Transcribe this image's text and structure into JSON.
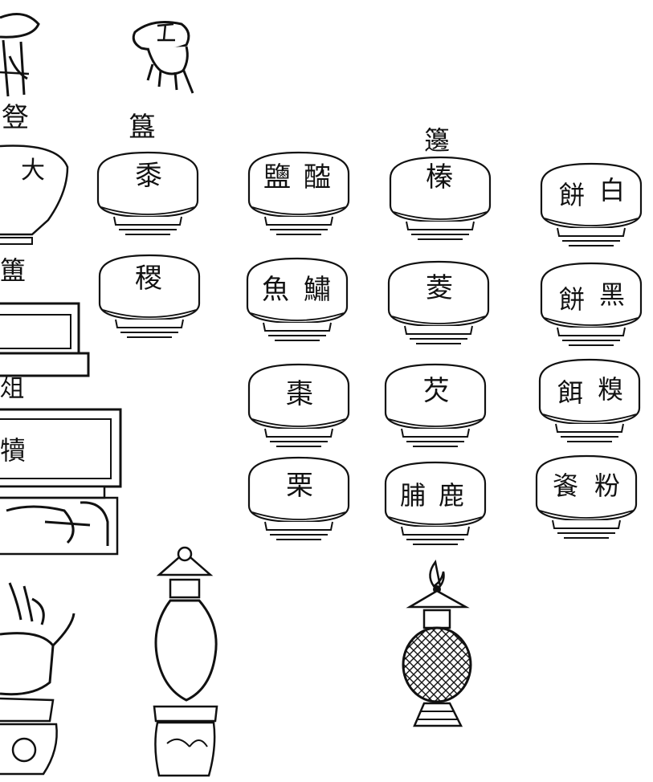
{
  "headings": {
    "top_left": "豋",
    "gui": "簋",
    "bian": "籩",
    "left_middle": "簠",
    "zu": "俎",
    "du": "犢"
  },
  "dishes": {
    "left_partial": "大",
    "col1": [
      "黍",
      "稷"
    ],
    "col2": [
      "鹽",
      "醓",
      "魚",
      "鱐",
      "棗",
      "栗"
    ],
    "col3": [
      "榛",
      "菱",
      "芡",
      "鹿",
      "脯"
    ],
    "col4": [
      "白",
      "餅",
      "黑",
      "餅",
      "糗",
      "餌",
      "粉",
      "餈"
    ]
  }
}
